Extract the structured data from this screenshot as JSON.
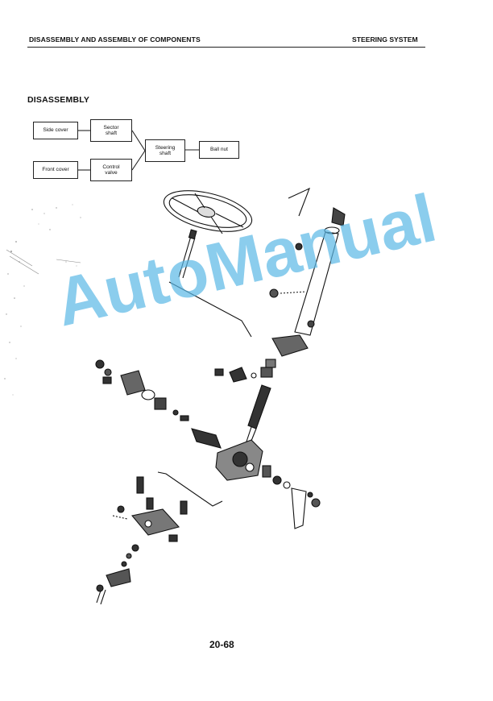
{
  "header": {
    "left_title": "DISASSEMBLY AND ASSEMBLY OF COMPONENTS",
    "right_title": "STEERING SYSTEM"
  },
  "section": {
    "title": "DISASSEMBLY"
  },
  "flowchart": {
    "side_cover": "Side cover",
    "sector_shaft": "Sector shaft",
    "front_cover": "Front cover",
    "control_valve": "Control valve",
    "steering_shaft": "Steering shaft",
    "ball_nut": "Ball nut"
  },
  "watermark": {
    "text": "AutoManual",
    "color": "#5bb8e6"
  },
  "footer": {
    "page_number": "20-68"
  }
}
